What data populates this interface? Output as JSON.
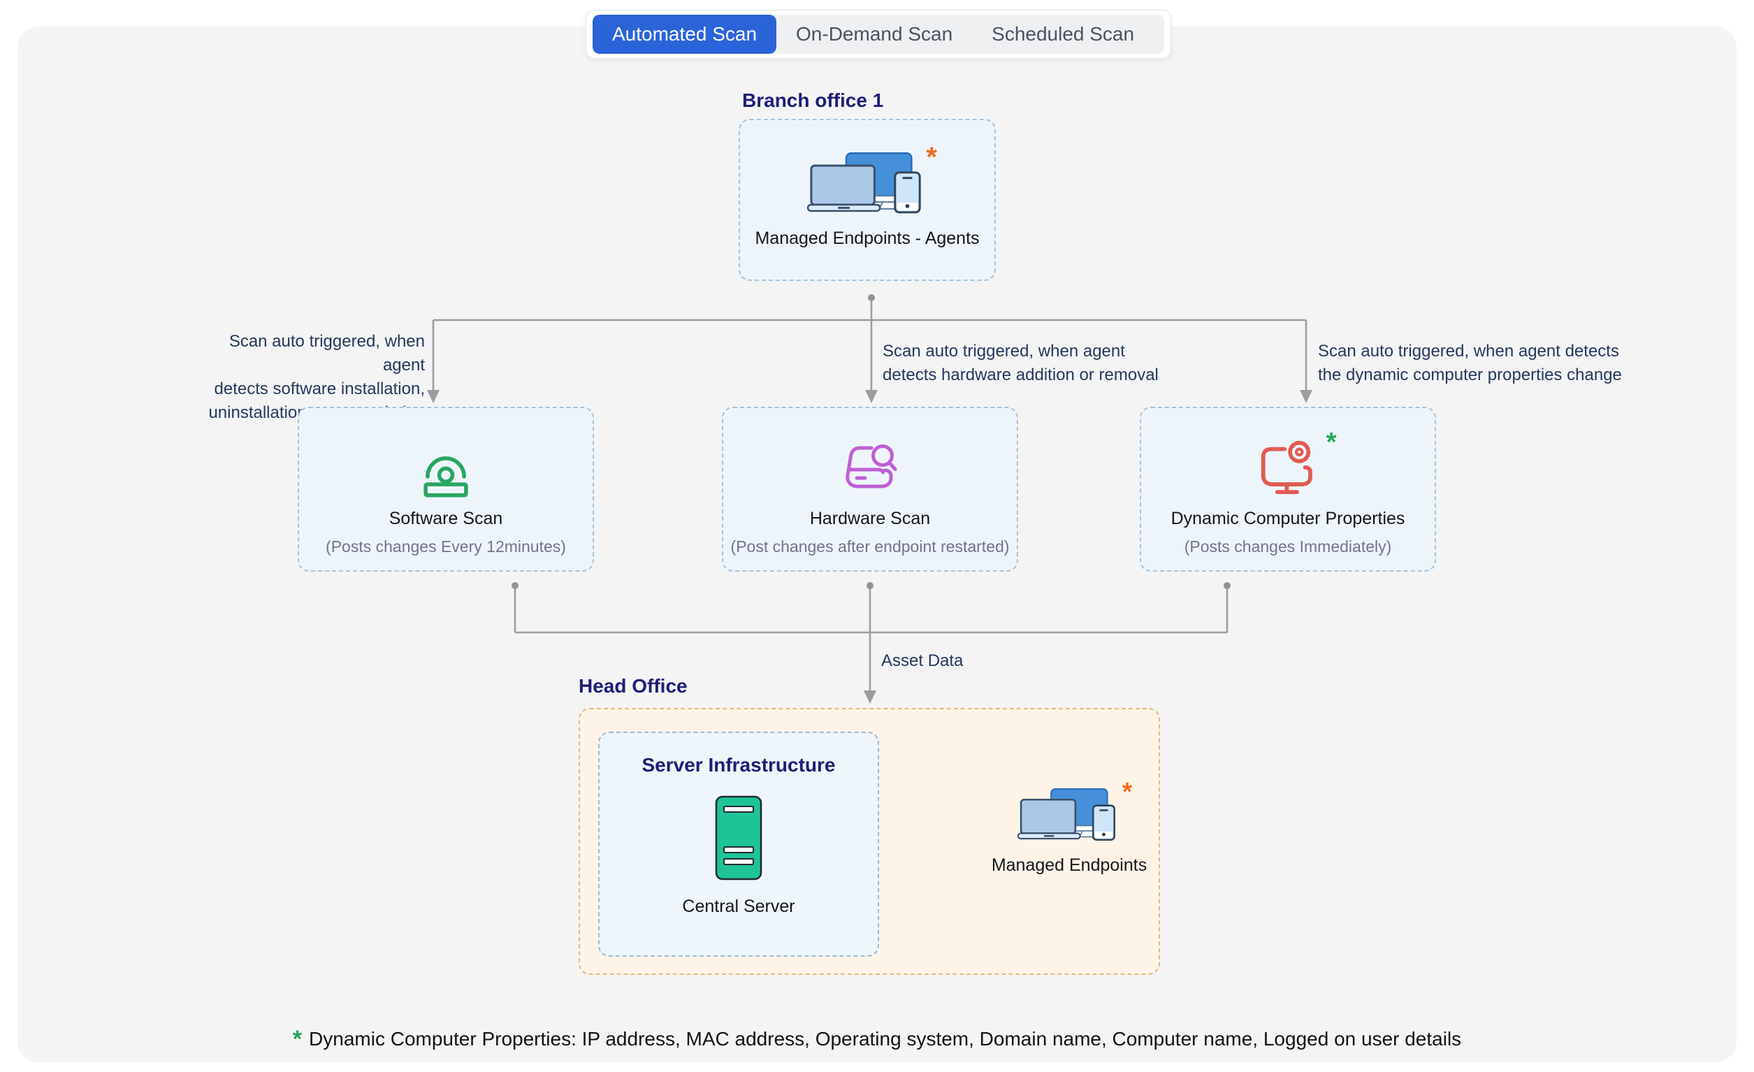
{
  "tabs": {
    "items": [
      {
        "label": "Automated Scan",
        "active": true
      },
      {
        "label": "On-Demand Scan",
        "active": false
      },
      {
        "label": "Scheduled Scan",
        "active": false
      }
    ]
  },
  "branch": {
    "title": "Branch office 1",
    "endpoint_label": "Managed Endpoints - Agents",
    "asterisk": "*"
  },
  "annotations": {
    "software": "Scan auto triggered, when agent\ndetects software installation,\nuninstallation or up-gradation",
    "hardware": "Scan auto triggered, when agent\ndetects hardware addition or removal",
    "dynamic": "Scan auto triggered, when agent detects\nthe dynamic computer properties change",
    "asset_data": "Asset Data"
  },
  "scans": [
    {
      "title": "Software Scan",
      "subtitle": "(Posts changes Every 12minutes)",
      "icon": "software-disc-icon",
      "accent": "#2aa562"
    },
    {
      "title": "Hardware Scan",
      "subtitle": "(Post changes after endpoint restarted)",
      "icon": "hardware-drive-search-icon",
      "accent": "#bf5fd6"
    },
    {
      "title": "Dynamic Computer Properties",
      "subtitle": "(Posts changes Immediately)",
      "icon": "monitor-gear-icon",
      "accent": "#e05b52",
      "asterisk": "*"
    }
  ],
  "head_office": {
    "title": "Head Office",
    "server_box_title": "Server Infrastructure",
    "server_label": "Central Server",
    "endpoint_label": "Managed Endpoints",
    "asterisk": "*"
  },
  "footnote": {
    "marker": "*",
    "text": "Dynamic Computer Properties: IP address, MAC address, Operating system, Domain name, Computer name, Logged on user details"
  },
  "colors": {
    "active_tab": "#2b63d9",
    "panel_bg": "#f4f4f5",
    "scan_box_bg": "#edf5fb",
    "scan_box_border": "#a6c3d9",
    "head_office_bg": "#fdf3e6",
    "head_office_border": "#e0ba80",
    "heading_navy": "#1e1e78",
    "annotation_text": "#25395c",
    "software_green": "#2aa562",
    "hardware_magenta": "#bf5fd6",
    "dynamic_coral": "#e05b52",
    "server_teal": "#1ec498",
    "asterisk_orange": "#f26b1d",
    "asterisk_green": "#21a857",
    "connector_gray": "#9b9da1"
  }
}
